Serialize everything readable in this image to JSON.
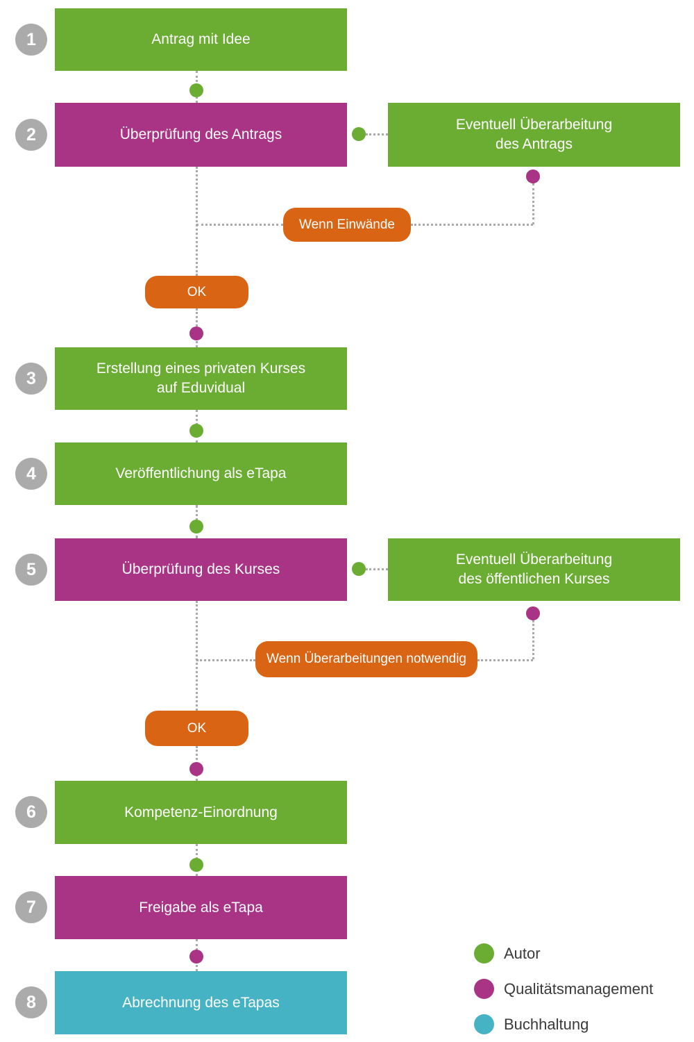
{
  "colors": {
    "autor": "#6bac33",
    "qualitaetsmanagement": "#a93385",
    "buchhaltung": "#46b3c4",
    "condition_badge": "#d96414",
    "step_number_bg": "#ababab",
    "dotted_line": "#a9a9a9"
  },
  "steps": [
    {
      "number": "1",
      "label": "Antrag mit Idee",
      "role": "autor"
    },
    {
      "number": "2",
      "label": "Überprüfung des Antrags",
      "role": "qualitaetsmanagement"
    },
    {
      "number": "3",
      "label": "Erstellung eines privaten Kurses\nauf Eduvidual",
      "role": "autor"
    },
    {
      "number": "4",
      "label": "Veröffentlichung als eTapa",
      "role": "autor"
    },
    {
      "number": "5",
      "label": "Überprüfung des Kurses",
      "role": "qualitaetsmanagement"
    },
    {
      "number": "6",
      "label": "Kompetenz-Einordnung",
      "role": "autor"
    },
    {
      "number": "7",
      "label": "Freigabe als eTapa",
      "role": "qualitaetsmanagement"
    },
    {
      "number": "8",
      "label": "Abrechnung des eTapas",
      "role": "buchhaltung"
    }
  ],
  "side_branches": [
    {
      "label": "Eventuell Überarbeitung\ndes Antrags",
      "role": "autor",
      "condition": "Wenn Einwände",
      "ok": "OK"
    },
    {
      "label": "Eventuell Überarbeitung\ndes öffentlichen Kurses",
      "role": "autor",
      "condition": "Wenn Überarbeitungen notwendig",
      "ok": "OK"
    }
  ],
  "legend": {
    "items": [
      {
        "label": "Autor",
        "role": "autor"
      },
      {
        "label": "Qualitätsmanagement",
        "role": "qualitaetsmanagement"
      },
      {
        "label": "Buchhaltung",
        "role": "buchhaltung"
      }
    ]
  }
}
